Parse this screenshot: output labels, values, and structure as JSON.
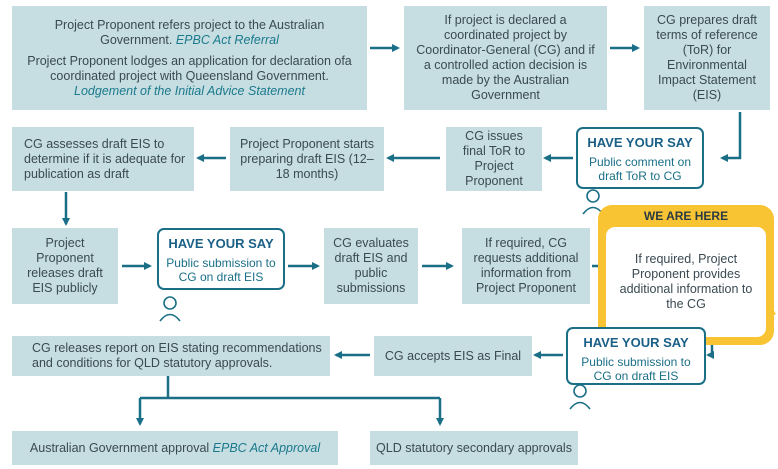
{
  "row1": {
    "b1": {
      "line1": "Project Proponent refers project to the Australian Government.",
      "link1": "EPBC Act Referral",
      "line2": "Project Proponent lodges an application for declaration ofa coordinated project with Queensland Government.",
      "link2": "Lodgement of the Initial Advice Statement"
    },
    "b2": "If project is declared a coordinated project by Coordinator-General (CG) and if a controlled action decision is made by the Australian Government",
    "b3": "CG prepares draft terms of reference (ToR) for Environmental Impact Statement (EIS)"
  },
  "row2": {
    "b1": "CG assesses draft EIS to determine if it is adequate for publication as draft",
    "b2": "Project Proponent starts preparing draft EIS (12–18 months)",
    "b3": "CG issues final ToR to Project Proponent",
    "say": {
      "heading": "HAVE YOUR SAY",
      "text": "Public comment on draft ToR to CG"
    }
  },
  "row3": {
    "b1": "Project Proponent releases draft EIS publicly",
    "say": {
      "heading": "HAVE YOUR SAY",
      "text": "Public submission to CG on draft EIS"
    },
    "b2": "CG evaluates draft EIS and public submissions",
    "b3": "If required, CG requests additional information from Project Proponent",
    "here": {
      "tab": "WE ARE HERE",
      "text": "If required, Project Proponent provides additional information to the CG"
    }
  },
  "row4": {
    "b1": "CG releases report on EIS stating recommendations and conditions for QLD statutory approvals.",
    "b2": "CG accepts EIS as Final",
    "say": {
      "heading": "HAVE YOUR SAY",
      "text": "Public submission to CG on draft EIS"
    }
  },
  "row5": {
    "b1_text": "Australian Government approval ",
    "b1_link": "EPBC Act Approval",
    "b2": "QLD statutory secondary approvals"
  },
  "colors": {
    "box": "#c6dde2",
    "arrow": "#1a6f87",
    "highlight": "#f9c433"
  }
}
